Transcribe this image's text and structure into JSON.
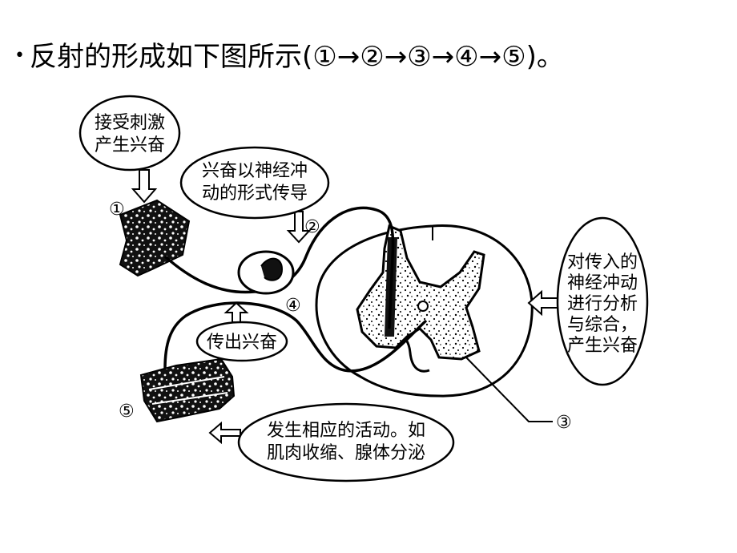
{
  "heading": {
    "bullet": "•",
    "text": "反射的形成如下图所示(①→②→③→④→⑤)。"
  },
  "markers": {
    "m1": "①",
    "m2": "②",
    "m3": "③",
    "m4": "④",
    "m5": "⑤"
  },
  "bubbles": {
    "receptor": [
      "接受刺激",
      "产生兴奋"
    ],
    "afferent": [
      "兴奋以神经冲",
      "动的形式传导"
    ],
    "center": [
      "对传入的",
      "神经冲动",
      "进行分析",
      "与综合，",
      "产生兴奋"
    ],
    "efferent": [
      "传出兴奋"
    ],
    "effector": [
      "发生相应的活动。如",
      "肌肉收缩、腺体分泌"
    ]
  }
}
